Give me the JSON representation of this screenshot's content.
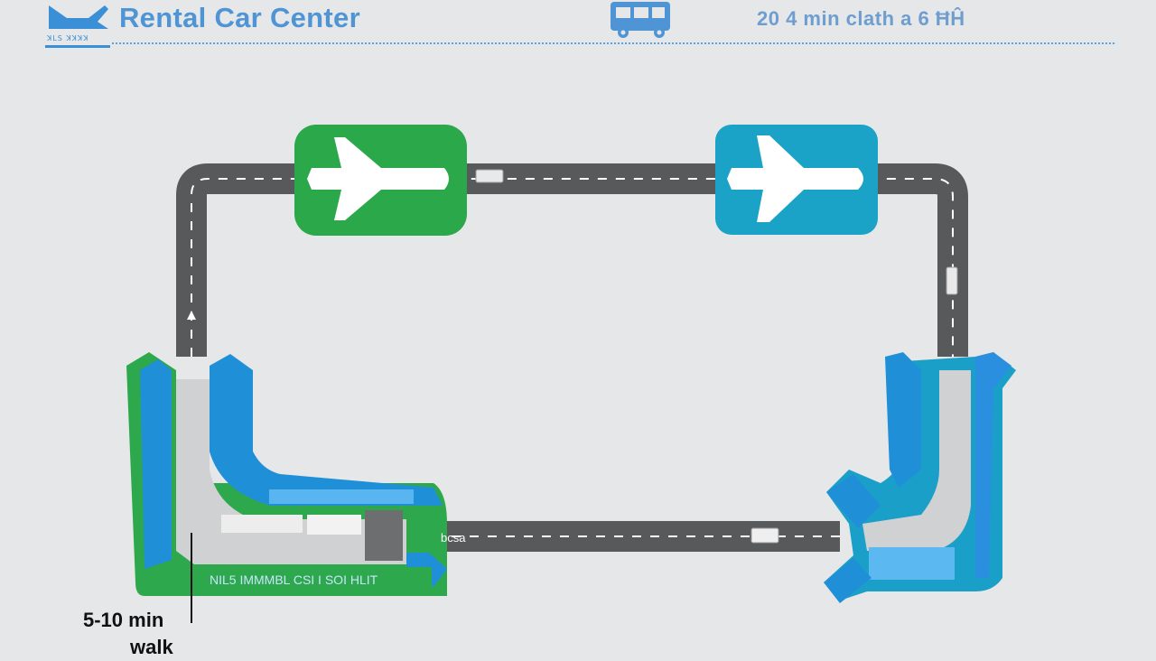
{
  "header": {
    "title": "Rental Car Center",
    "logo_caption": "ꓘꓡꓢ ꓘꓘꓘꓘ",
    "info_text": "20 4 min clath a 6 ĦĤ"
  },
  "icons": {
    "logo": "airplane-logo-icon",
    "bus": "shuttle-bus-icon",
    "terminal_a": "airplane-icon",
    "terminal_b": "airplane-icon"
  },
  "map": {
    "road_tag": "bcsa",
    "left_building_sign": "NIL5 IMMMBL CSI I SOI HLIT"
  },
  "walk_note": {
    "line1": "5-10 min",
    "line2": "walk"
  },
  "colors": {
    "background": "#e6e7e8",
    "title": "#4f95d6",
    "road": "#58595b",
    "terminal_a": "#2aa84a",
    "terminal_b": "#1aa3c6",
    "building_blue": "#1f8fd8",
    "building_green": "#2ea84d"
  }
}
